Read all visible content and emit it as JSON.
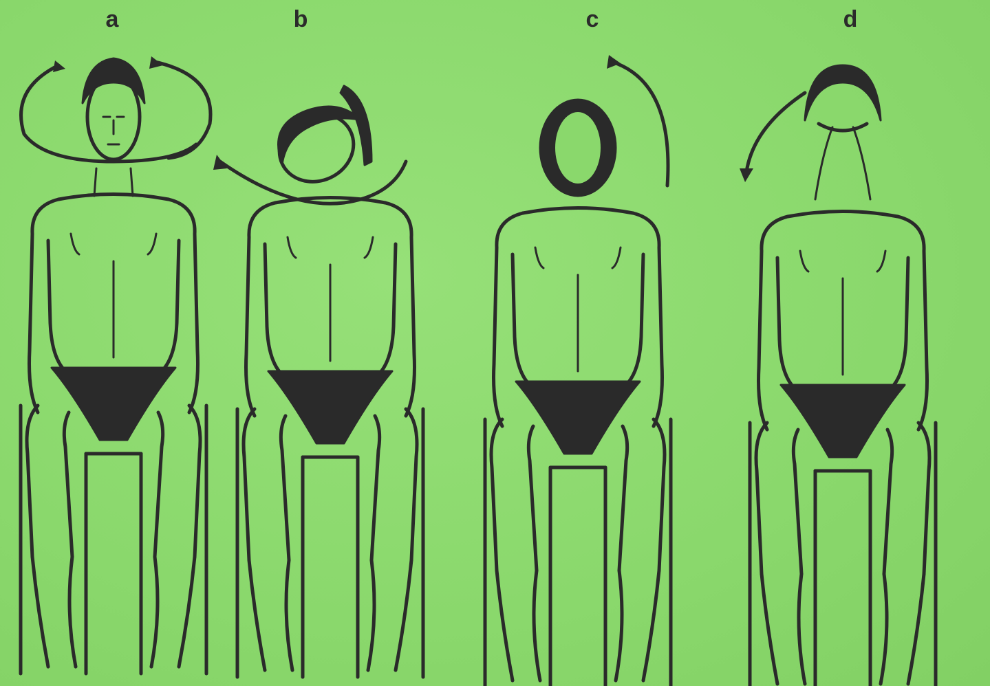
{
  "panels": [
    {
      "label": "a"
    },
    {
      "label": "b"
    },
    {
      "label": "c"
    },
    {
      "label": "d"
    }
  ],
  "colors": {
    "background": "#8fdc72",
    "ink": "#2a2a2a"
  }
}
